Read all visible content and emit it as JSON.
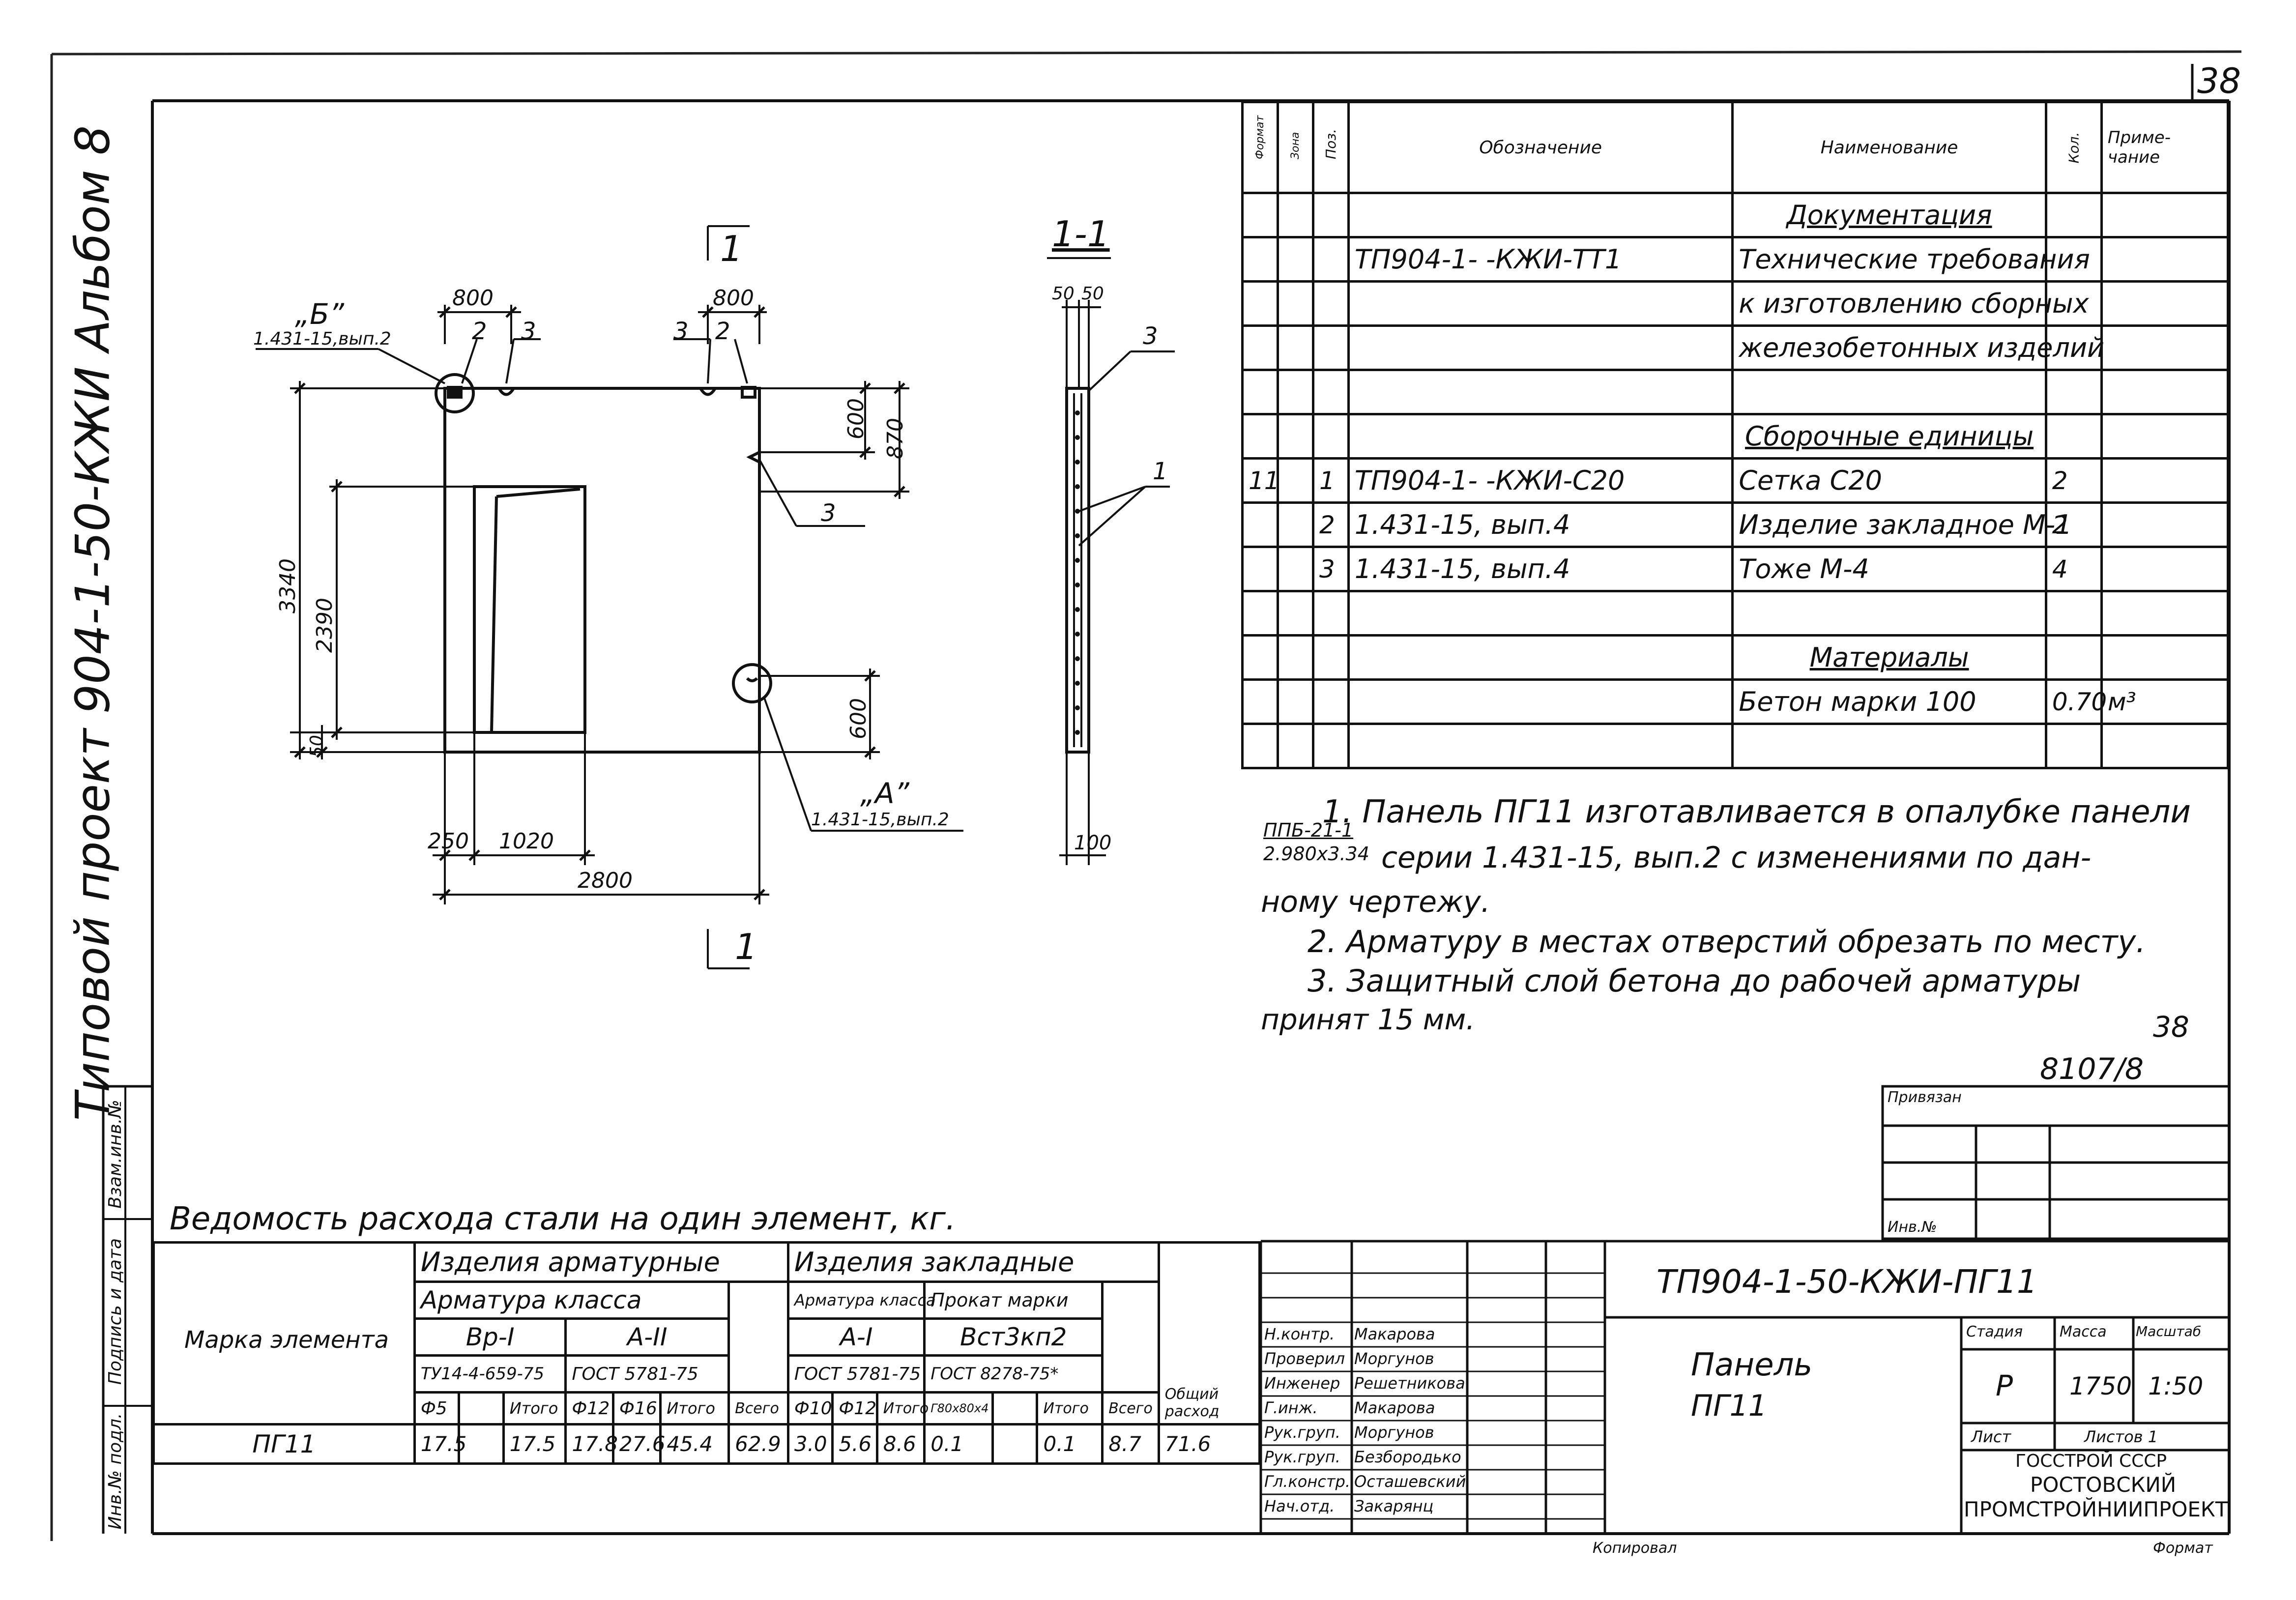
{
  "page_number": "38",
  "side_title": "Типовой проект 904-1-50-КЖИ Альбом 8",
  "stamp_column": [
    "Инв.№ подл.",
    "Подпись и дата",
    "Взам.инв.№"
  ],
  "drawing": {
    "section_top": "1",
    "section_bottom": "1",
    "section_label": "1-1",
    "node_b": "„Б”",
    "node_b_ref": "1.431-15,вып.2",
    "node_a": "„А”",
    "node_a_ref": "1.431-15,вып.2",
    "dims": {
      "d800a": "800",
      "d800b": "800",
      "d600a": "600",
      "d870": "870",
      "d600b": "600",
      "d3340": "3340",
      "d2390": "2390",
      "d50": "50",
      "d250": "250",
      "d1020": "1020",
      "d2800": "2800",
      "d50a": "50",
      "d50b": "50",
      "d100": "100"
    },
    "pos_labels": {
      "p2a": "2",
      "p3a": "3",
      "p3b": "3",
      "p2b": "2",
      "p3c": "3",
      "p3d": "3",
      "p1": "1"
    }
  },
  "spec": {
    "headers": [
      "Формат",
      "Зона",
      "Поз.",
      "Обозначение",
      "Наименование",
      "Кол.",
      "Приме-чание"
    ],
    "rows": [
      {
        "format": "",
        "zone": "",
        "pos": "",
        "designation": "",
        "name": "Документация",
        "qty": "",
        "note": ""
      },
      {
        "format": "",
        "zone": "",
        "pos": "",
        "designation": "ТП904-1- -КЖИ-ТТ1",
        "name": "Технические требования",
        "qty": "",
        "note": ""
      },
      {
        "format": "",
        "zone": "",
        "pos": "",
        "designation": "",
        "name": "к изготовлению сборных",
        "qty": "",
        "note": ""
      },
      {
        "format": "",
        "zone": "",
        "pos": "",
        "designation": "",
        "name": "железобетонных изделий",
        "qty": "",
        "note": ""
      },
      {
        "format": "",
        "zone": "",
        "pos": "",
        "designation": "",
        "name": "",
        "qty": "",
        "note": ""
      },
      {
        "format": "",
        "zone": "",
        "pos": "",
        "designation": "",
        "name": "Сборочные единицы",
        "qty": "",
        "note": ""
      },
      {
        "format": "11",
        "zone": "",
        "pos": "1",
        "designation": "ТП904-1- -КЖИ-С20",
        "name": "Сетка С20",
        "qty": "2",
        "note": ""
      },
      {
        "format": "",
        "zone": "",
        "pos": "2",
        "designation": "1.431-15, вып.4",
        "name": "Изделие закладное М-1",
        "qty": "2",
        "note": ""
      },
      {
        "format": "",
        "zone": "",
        "pos": "3",
        "designation": "1.431-15, вып.4",
        "name": "Тоже М-4",
        "qty": "4",
        "note": ""
      },
      {
        "format": "",
        "zone": "",
        "pos": "",
        "designation": "",
        "name": "",
        "qty": "",
        "note": ""
      },
      {
        "format": "",
        "zone": "",
        "pos": "",
        "designation": "",
        "name": "Материалы",
        "qty": "",
        "note": ""
      },
      {
        "format": "",
        "zone": "",
        "pos": "",
        "designation": "",
        "name": "Бетон марки 100",
        "qty": "0.70",
        "note": "м³"
      },
      {
        "format": "",
        "zone": "",
        "pos": "",
        "designation": "",
        "name": "",
        "qty": "",
        "note": ""
      }
    ]
  },
  "notes": {
    "n1_a": "1. Панель ПГ11 изготавливается в опалубке панели",
    "n1_frac_top": "ППБ-21-1",
    "n1_frac_bottom": "2.980х3.34",
    "n1_b": "серии 1.431-15, вып.2 с изменениями по дан-",
    "n1_c": "ному чертежу.",
    "n2": "2. Арматуру в местах отверстий обрезать по месту.",
    "n3_a": "3. Защитный слой бетона до рабочей арматуры",
    "n3_b": "принят 15 мм.",
    "page_ref": "38",
    "order_no": "8107/8"
  },
  "binding": {
    "label": "Привязан",
    "inv": "Инв.№"
  },
  "steel": {
    "title": "Ведомость расхода стали на один элемент, кг.",
    "h_mark": "Марка элемента",
    "h_armat": "Изделия арматурные",
    "h_zakl": "Изделия закладные",
    "h_arm_class": "Арматура класса",
    "h_bp": "Вр-I",
    "h_a2": "А-II",
    "h_a1": "А-I",
    "h_prokat": "Прокат марки",
    "h_arm_class2": "Арматура класса",
    "h_vst": "Вст3кп2",
    "h_ty": "ТУ14-4-659-75",
    "h_gost1": "ГОСТ 5781-75",
    "h_gost2": "ГОСТ 5781-75",
    "h_gost3": "ГОСТ 8278-75*",
    "h_total_all": "Общий расход",
    "sub": [
      "Ф5",
      "",
      "Итого",
      "Ф12",
      "Ф16",
      "Итого",
      "Всего",
      "Ф10",
      "Ф12",
      "Итого",
      "Г80х80х4",
      "",
      "Итого",
      "Всего"
    ],
    "row": {
      "mark": "ПГ11",
      "values": [
        "17.5",
        "",
        "17.5",
        "17.8",
        "27.6",
        "45.4",
        "62.9",
        "3.0",
        "5.6",
        "8.6",
        "0.1",
        "",
        "0.1",
        "8.7"
      ],
      "total": "71.6"
    }
  },
  "title_block": {
    "code": "ТП904-1-50-КЖИ-ПГ11",
    "name_line1": "Панель",
    "name_line2": "ПГ11",
    "stage_h": "Стадия",
    "mass_h": "Масса",
    "scale_h": "Масштаб",
    "stage": "Р",
    "mass": "1750",
    "scale": "1:50",
    "sheet_h": "Лист",
    "sheets_h": "Листов 1",
    "org1": "ГОССТРОЙ СССР",
    "org2": "РОСТОВСКИЙ",
    "org3": "ПРОМСТРОЙНИИПРОЕКТ",
    "people": [
      {
        "role": "Н.контр.",
        "name": "Макарова"
      },
      {
        "role": "Проверил",
        "name": "Моргунов"
      },
      {
        "role": "Инженер",
        "name": "Решетникова"
      },
      {
        "role": "Г.инж.",
        "name": "Макарова"
      },
      {
        "role": "Рук.груп.",
        "name": "Моргунов"
      },
      {
        "role": "Рук.груп.",
        "name": "Безбородько"
      },
      {
        "role": "Гл.констр.",
        "name": "Осташевский"
      },
      {
        "role": "Нач.отд.",
        "name": "Закарянц"
      }
    ],
    "copied": "Копировал",
    "format": "Формат"
  }
}
